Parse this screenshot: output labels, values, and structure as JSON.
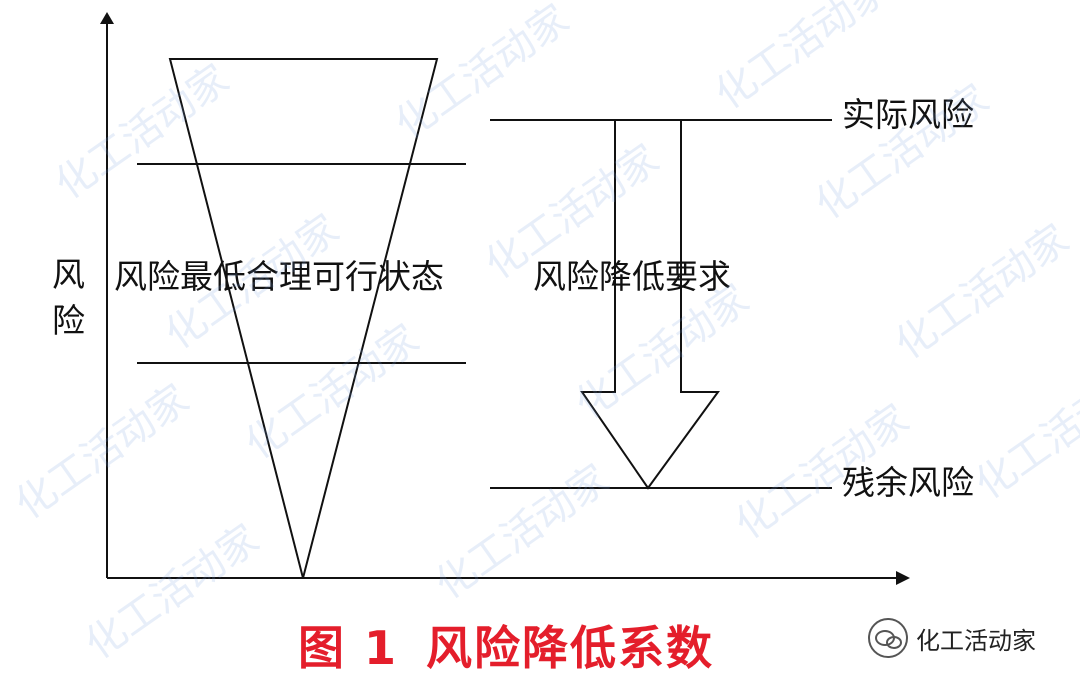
{
  "axis": {
    "y_label": [
      "风",
      "险"
    ]
  },
  "labels": {
    "alarp": "风险最低合理可行状态",
    "reduction": "风险降低要求",
    "actual_risk": "实际风险",
    "residual_risk": "残余风险"
  },
  "caption": {
    "figure_no": "图 1",
    "title": "风险降低系数"
  },
  "brand": {
    "name": "化工活动家",
    "icon": "wechat-icon"
  },
  "watermark": "化工活动家",
  "colors": {
    "caption": "#e41e2b",
    "lines": "#111111",
    "watermark": "#a0b8e6"
  }
}
